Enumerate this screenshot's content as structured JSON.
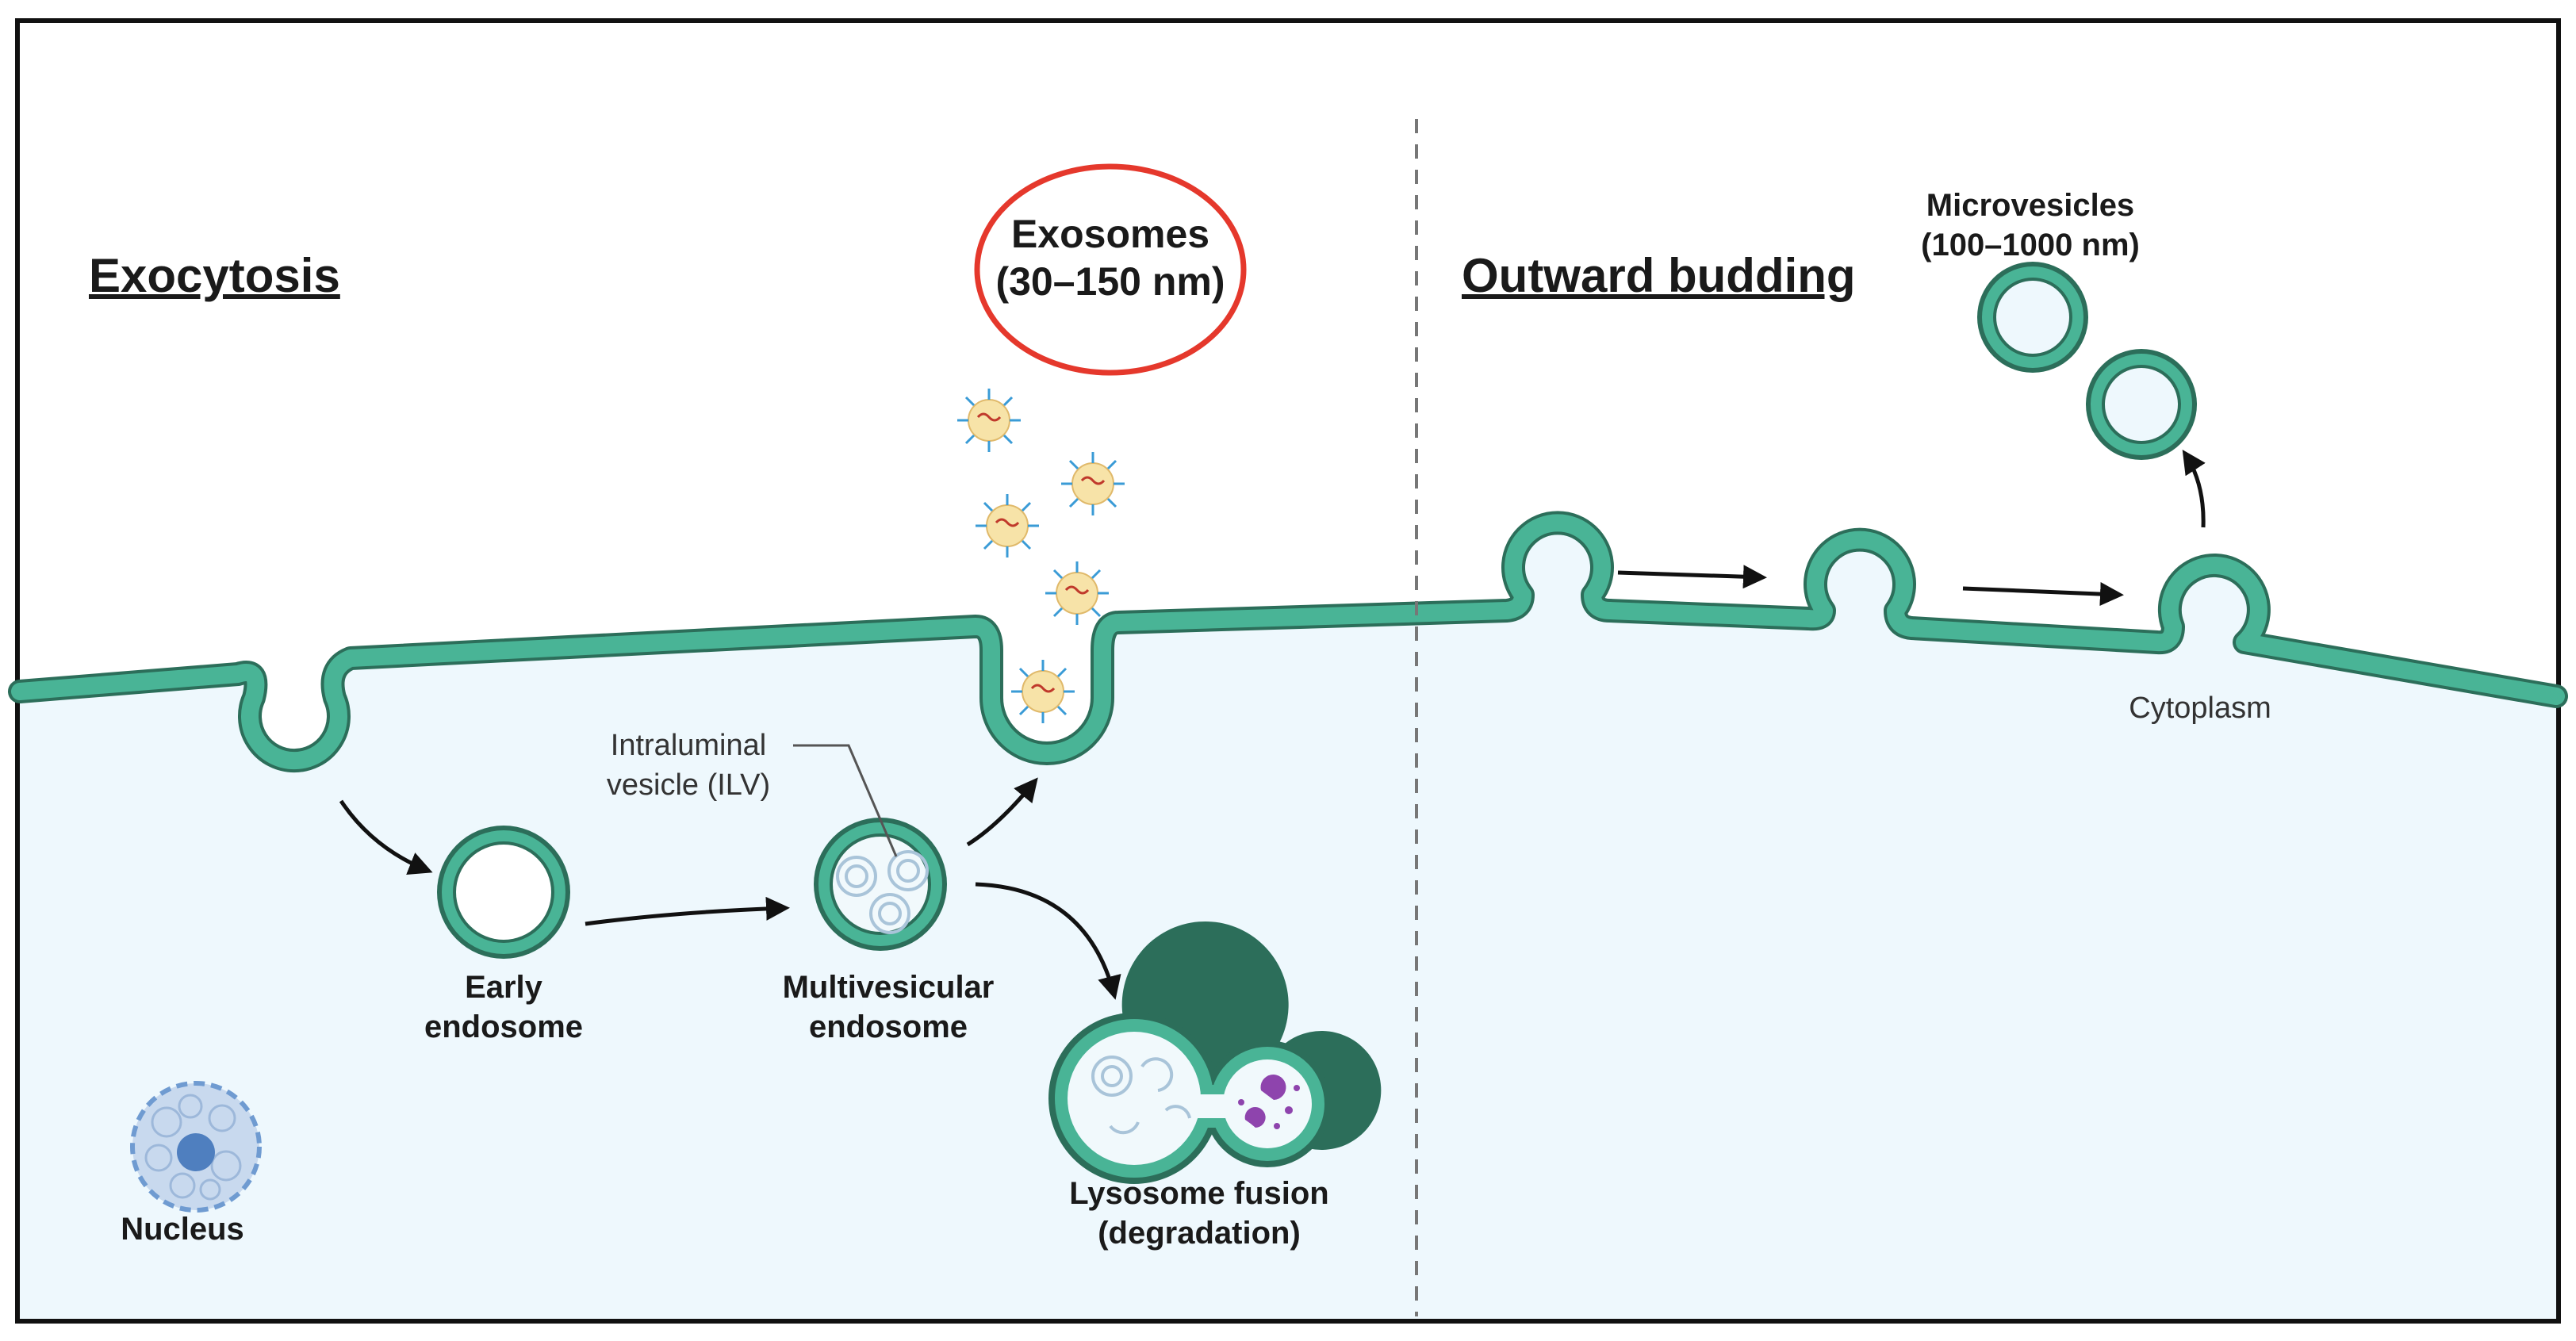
{
  "colors": {
    "membrane": "#49B496",
    "membrane_dark": "#2C6E5A",
    "cytoplasm": "#EEF8FD",
    "exosome_circle": "#E5382C",
    "divider": "#777777",
    "nucleus": "#6F9BD1",
    "lysosome_content": "#9B59B6"
  },
  "headings": {
    "left": "Exocytosis",
    "right": "Outward budding"
  },
  "exosomes": {
    "line1": "Exosomes",
    "line2": "(30–150 nm)"
  },
  "microvesicles": {
    "line1": "Microvesicles",
    "line2": "(100–1000 nm)"
  },
  "labels": {
    "ilv_line1": "Intraluminal",
    "ilv_line2": "vesicle (ILV)",
    "early_line1": "Early",
    "early_line2": "endosome",
    "mve_line1": "Multivesicular",
    "mve_line2": "endosome",
    "lyso_line1": "Lysosome fusion",
    "lyso_line2": "(degradation)",
    "nucleus": "Nucleus",
    "cytoplasm": "Cytoplasm"
  },
  "icons": [
    "exosome-particle-icon",
    "nucleus-icon",
    "lysosome-icon",
    "vesicle-icon",
    "arrow-icon"
  ]
}
